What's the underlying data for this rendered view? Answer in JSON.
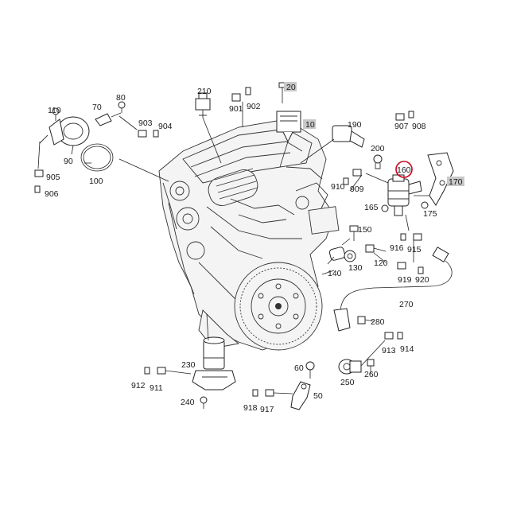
{
  "callouts": {
    "c10": "10",
    "c20": "20",
    "c50": "50",
    "c60": "60",
    "c70": "70",
    "c80": "80",
    "c90": "90",
    "c100": "100",
    "c110": "110",
    "c120": "120",
    "c130": "130",
    "c140": "140",
    "c150": "150",
    "c160": "160",
    "c165": "165",
    "c170": "170",
    "c175": "175",
    "c190": "190",
    "c200": "200",
    "c210": "210",
    "c230": "230",
    "c240": "240",
    "c250": "250",
    "c260": "260",
    "c270": "270",
    "c280": "280",
    "c901": "901",
    "c902": "902",
    "c903": "903",
    "c904": "904",
    "c905": "905",
    "c906": "906",
    "c907": "907",
    "c908": "908",
    "c909": "909",
    "c910": "910",
    "c911": "911",
    "c912": "912",
    "c913": "913",
    "c914": "914",
    "c915": "915",
    "c916": "916",
    "c917": "917",
    "c918": "918",
    "c919": "919",
    "c920": "920"
  },
  "highlight_color": "#d0021b"
}
